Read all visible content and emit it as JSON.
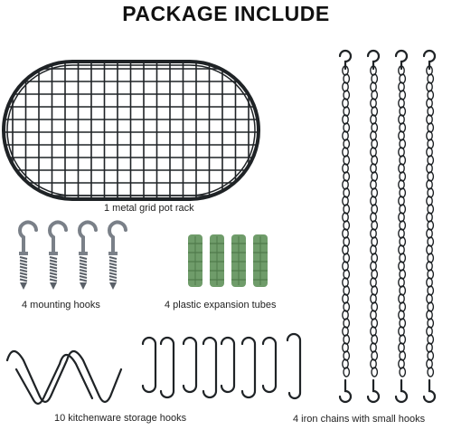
{
  "title": "PACKAGE INCLUDE",
  "items": [
    {
      "caption": "1 metal grid pot rack",
      "icon": "grid-pot-rack"
    },
    {
      "caption": "4 mounting hooks",
      "icon": "screw-hook"
    },
    {
      "caption": "4 plastic expansion tubes",
      "icon": "expansion-tube"
    },
    {
      "caption": "10 kitchenware storage hooks",
      "icon": "s-hook"
    },
    {
      "caption": "4 iron chains with small hooks",
      "icon": "chain"
    }
  ],
  "colors": {
    "metal": "#1f2326",
    "tube": "#6f9c6a",
    "text": "#222222"
  }
}
